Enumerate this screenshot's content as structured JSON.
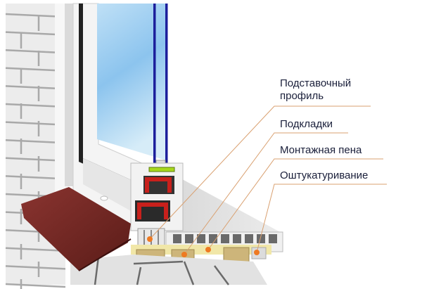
{
  "labels": {
    "stand_profile": [
      "Подставочный",
      "профиль"
    ],
    "pads": "Подкладки",
    "foam": "Монтажная пена",
    "plaster": "Оштукатуривание"
  },
  "colors": {
    "leader_line": "#d9a070",
    "marker": "#ee7a22",
    "glass_frame": "#1c1f9c",
    "ebb": "#6b2420",
    "foam": "#f1e7a8",
    "pad": "#cdb57a",
    "seal_red": "#c8201c",
    "seal_green": "#a8d81c"
  }
}
